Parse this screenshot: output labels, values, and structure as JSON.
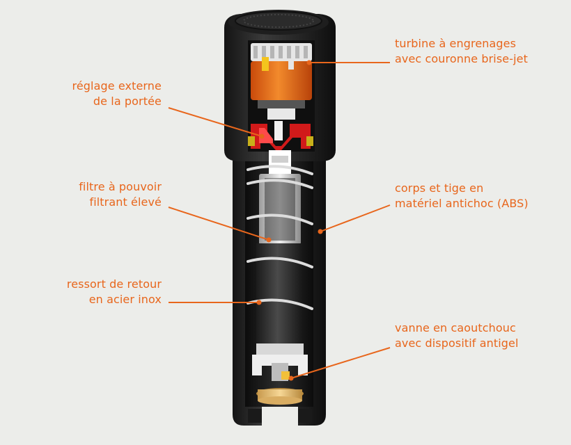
{
  "colors": {
    "background": "#ecedea",
    "accent": "#e8661c",
    "body": "#1f1f1f",
    "spring": "#d9d9d9",
    "valve": "#f0c77a"
  },
  "labels": {
    "turbine": [
      "turbine à engrenages",
      "avec couronne brise-jet"
    ],
    "reglage": [
      "réglage externe",
      "de la portée"
    ],
    "filtre": [
      "filtre à pouvoir",
      "filtrant élevé"
    ],
    "corps": [
      "corps et tige en",
      "matériel antichoc (ABS)"
    ],
    "ressort": [
      "ressort de retour",
      "en acier inox"
    ],
    "vanne": [
      "vanne en caoutchouc",
      "avec dispositif antigel"
    ]
  }
}
